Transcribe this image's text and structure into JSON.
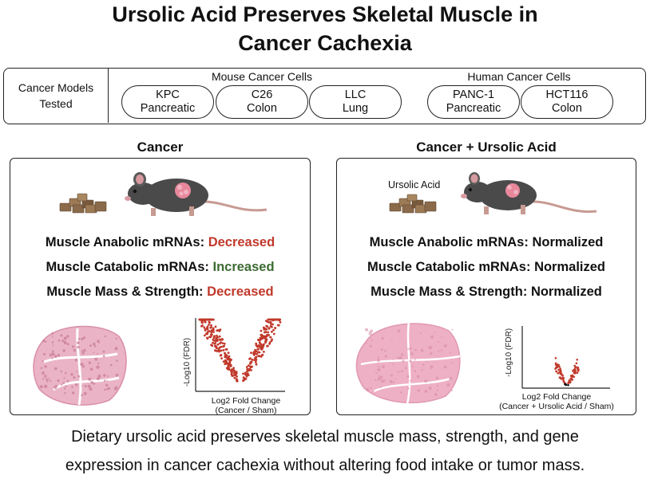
{
  "title": {
    "line1": "Ursolic Acid Preserves Skeletal Muscle in",
    "line2": "Cancer Cachexia"
  },
  "models": {
    "label_line1": "Cancer Models",
    "label_line2": "Tested",
    "mouse_group": "Mouse Cancer Cells",
    "human_group": "Human Cancer Cells",
    "pills": [
      {
        "line1": "KPC",
        "line2": "Pancreatic"
      },
      {
        "line1": "C26",
        "line2": "Colon"
      },
      {
        "line1": "LLC",
        "line2": "Lung"
      },
      {
        "line1": "PANC-1",
        "line2": "Pancreatic"
      },
      {
        "line1": "HCT116",
        "line2": "Colon"
      }
    ]
  },
  "left_panel": {
    "heading": "Cancer",
    "metrics": [
      {
        "label": "Muscle Anabolic mRNAs:",
        "value": "Decreased",
        "color": "#c0392b"
      },
      {
        "label": "Muscle Catabolic mRNAs:",
        "value": "Increased",
        "color": "#3d6b33"
      },
      {
        "label": "Muscle Mass & Strength:",
        "value": "Decreased",
        "color": "#c0392b"
      }
    ],
    "volcano": {
      "ylabel": "-Log10 (FDR)",
      "xlabel_line1": "Log2 Fold Change",
      "xlabel_line2": "(Cancer / Sham)"
    }
  },
  "right_panel": {
    "heading": "Cancer + Ursolic Acid",
    "ursolic_label": "Ursolic Acid",
    "metrics": [
      {
        "label": "Muscle Anabolic mRNAs:",
        "value": "Normalized",
        "color": "#111111"
      },
      {
        "label": "Muscle Catabolic mRNAs:",
        "value": "Normalized",
        "color": "#111111"
      },
      {
        "label": "Muscle Mass & Strength:",
        "value": "Normalized",
        "color": "#111111"
      }
    ],
    "volcano": {
      "ylabel": "-Log10 (FDR)",
      "xlabel_line1": "Log2 Fold Change",
      "xlabel_line2": "(Cancer + Ursolic Acid / Sham)"
    }
  },
  "caption": {
    "line1": "Dietary ursolic acid preserves skeletal muscle mass, strength, and gene",
    "line2": "expression in cancer cachexia without altering food intake or tumor mass."
  },
  "colors": {
    "decreased": "#c0392b",
    "increased": "#3d6b33",
    "volcano_points": "#c0392b",
    "tissue": "#e9a9bf",
    "mouse": "#4a4a4a",
    "tumor": "#e8879c",
    "food": "#8a6a4a"
  },
  "icons": [
    "mouse-icon",
    "tumor-icon",
    "food-pellets-icon",
    "muscle-cross-section-icon",
    "volcano-plot"
  ]
}
